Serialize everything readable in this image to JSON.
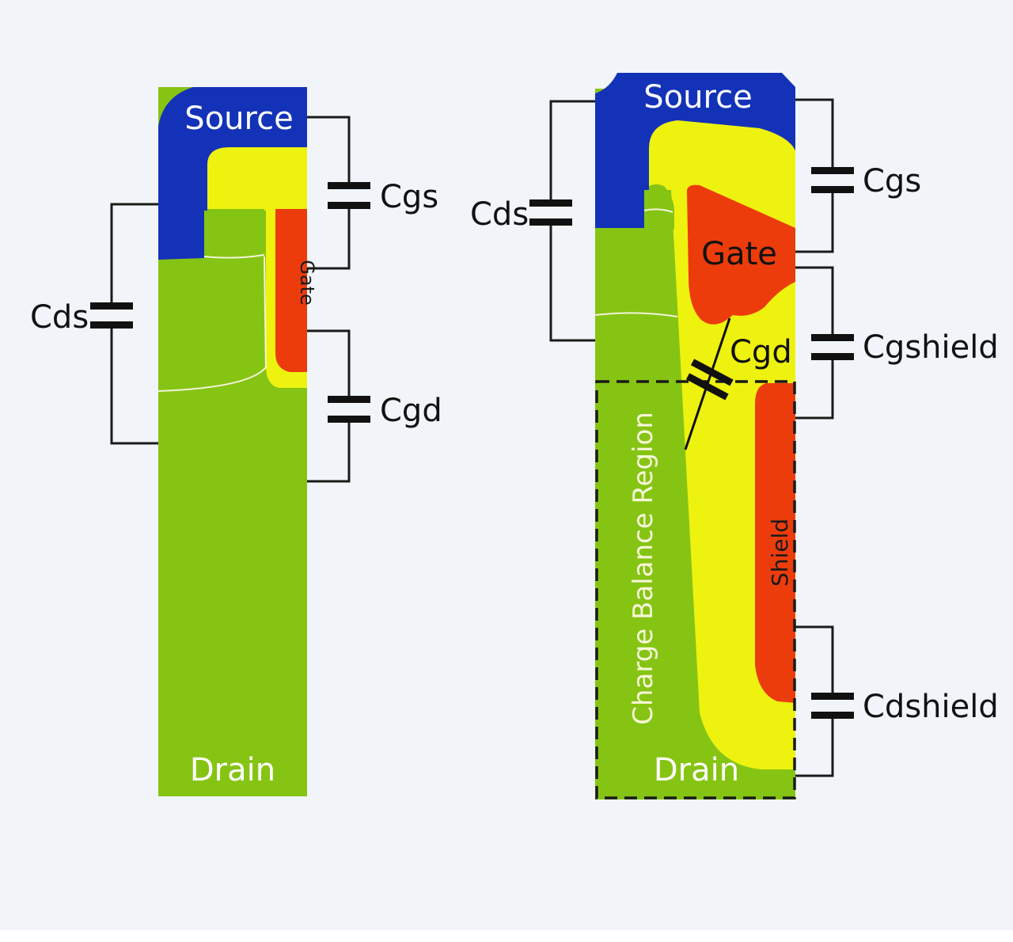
{
  "colors": {
    "background": "#f1f5f9",
    "source": "#1332b8",
    "gate": "#ec3c0c",
    "yellow_region": "#eef20f",
    "drain": "#86c414",
    "wire": "#1a1a1a"
  },
  "left_device": {
    "source_label": "Source",
    "gate_label": "Gate",
    "drain_label": "Drain",
    "capacitors": {
      "cgs": "Cgs",
      "cgd": "Cgd",
      "cds": "Cds"
    }
  },
  "right_device": {
    "source_label": "Source",
    "gate_label": "Gate",
    "shield_label": "Shield",
    "drain_label": "Drain",
    "region_label": "Charge Balance Region",
    "capacitors": {
      "cgs": "Cgs",
      "cgd": "Cgd",
      "cds": "Cds",
      "cgshield": "Cgshield",
      "cdshield": "Cdshield"
    }
  }
}
